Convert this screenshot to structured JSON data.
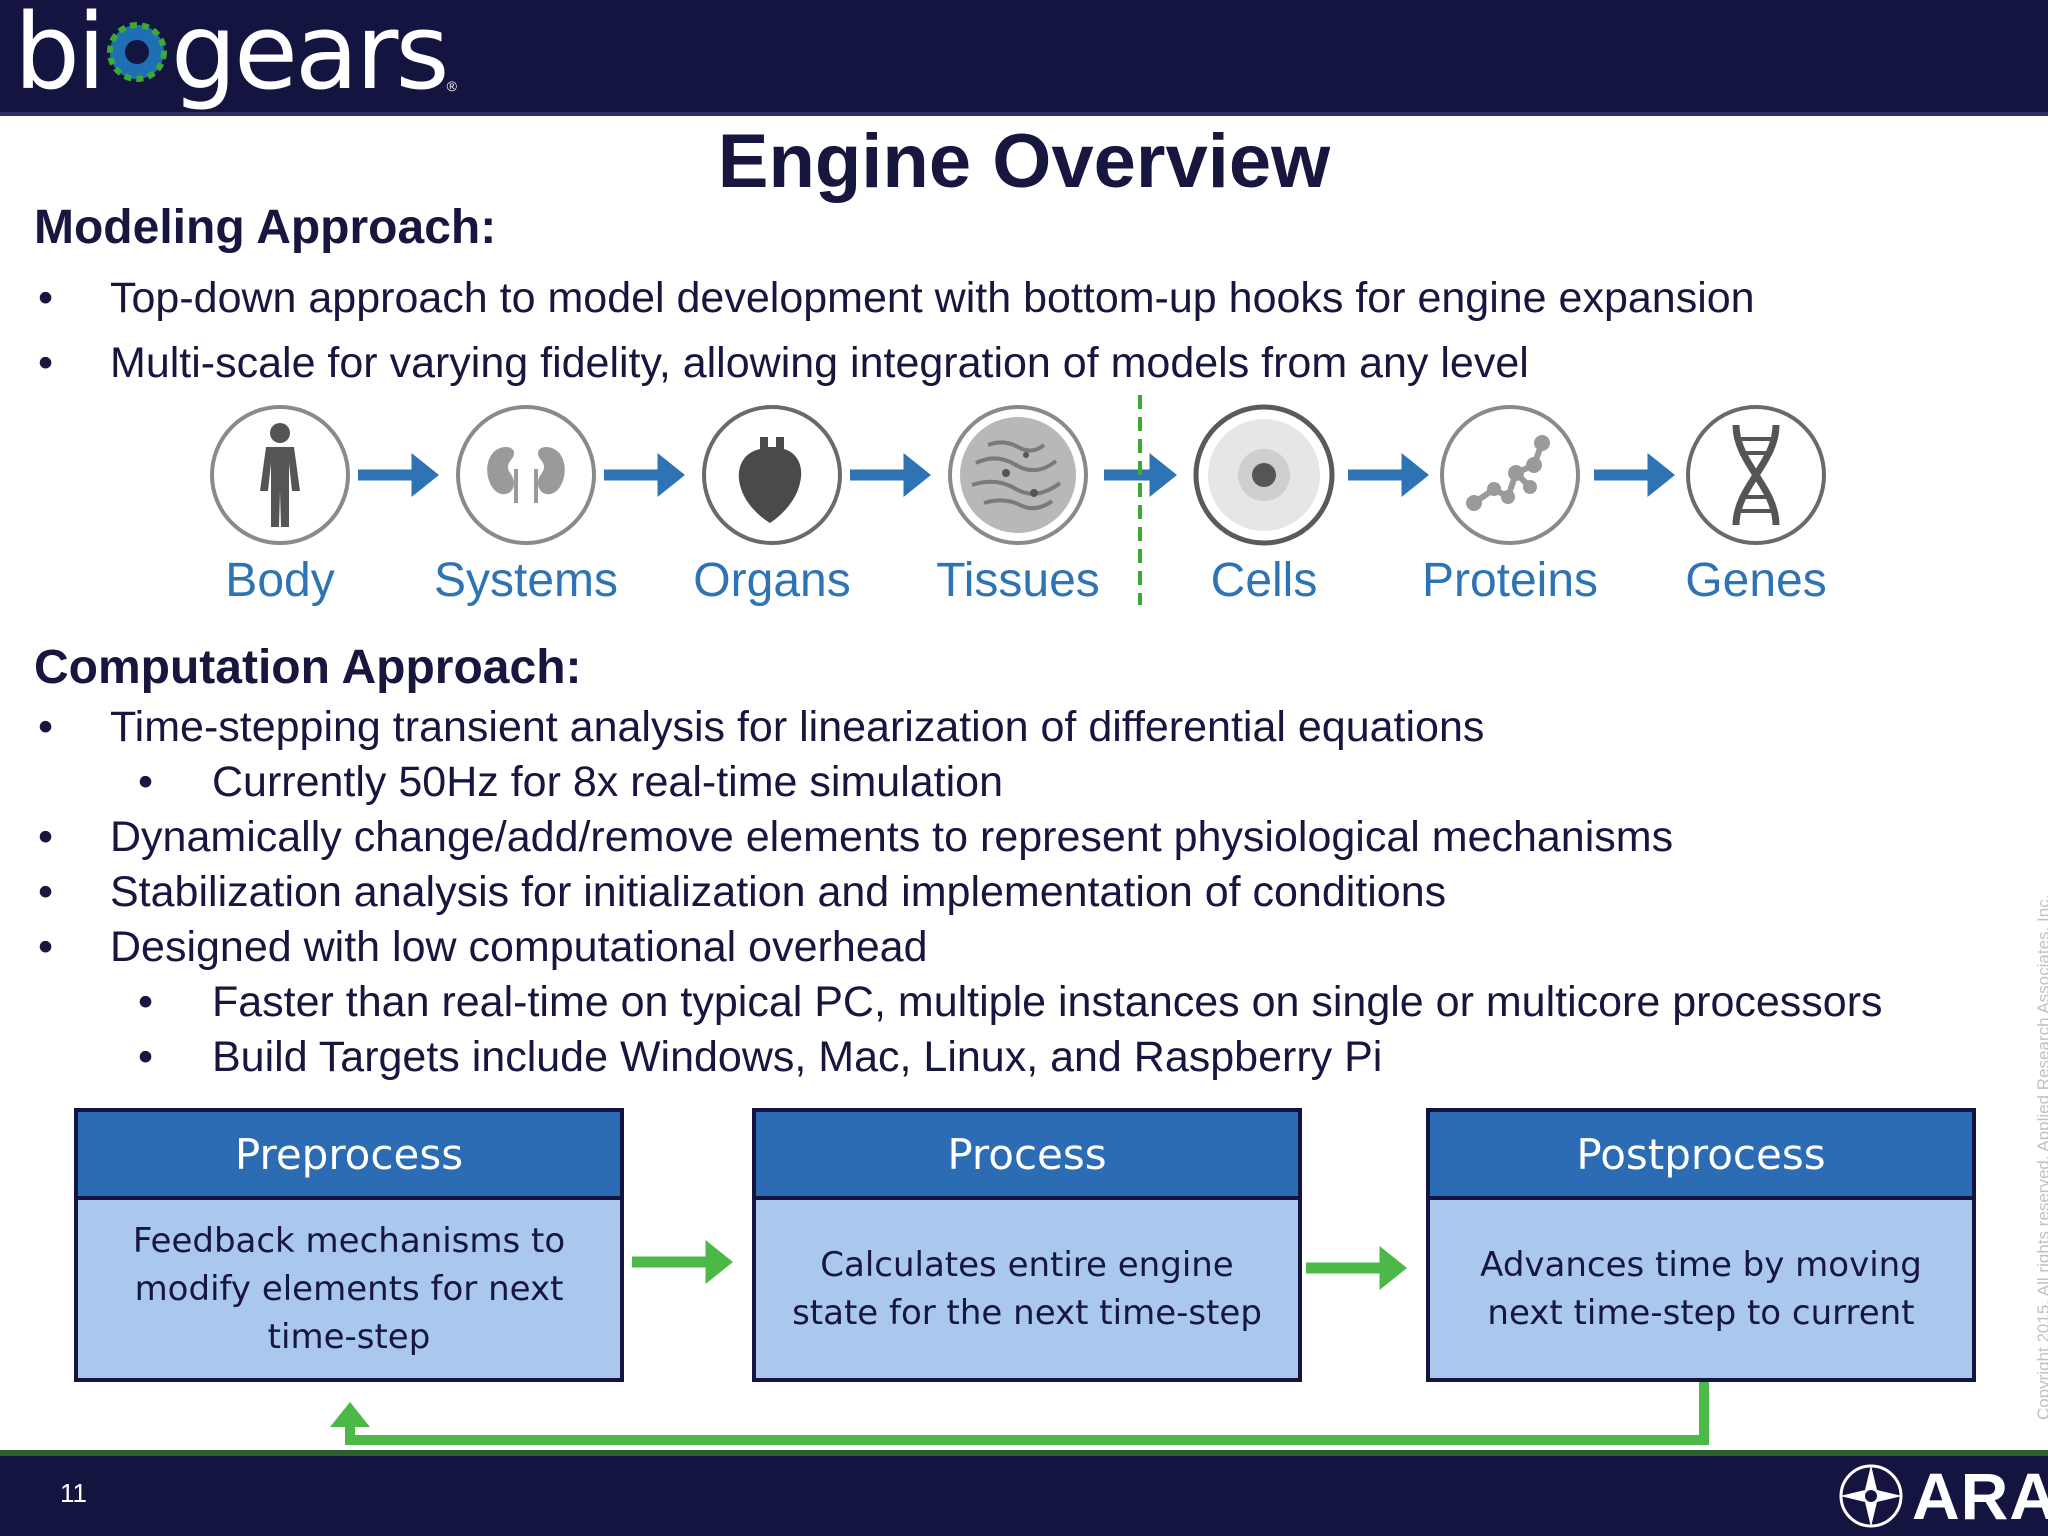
{
  "header": {
    "logo_text_left": "bi",
    "logo_text_right": "gears",
    "logo_reg": "®"
  },
  "title": "Engine Overview",
  "modeling": {
    "heading": "Modeling Approach:",
    "bullets": [
      "Top-down approach to model development with bottom-up hooks for engine expansion",
      "Multi-scale for varying fidelity, allowing integration of models from any level"
    ]
  },
  "scale": {
    "labels": [
      "Body",
      "Systems",
      "Organs",
      "Tissues",
      "Cells",
      "Proteins",
      "Genes"
    ],
    "icons": [
      "body-icon",
      "kidneys-icon",
      "heart-icon",
      "tissue-icon",
      "cell-icon",
      "protein-icon",
      "dna-icon"
    ],
    "arrow_color": "#2e74b5",
    "divider_color": "#3aaa35"
  },
  "computation": {
    "heading": "Computation Approach:",
    "b1": "Time-stepping transient analysis for linearization of differential equations",
    "b1_sub": "Currently 50Hz for 8x real-time simulation",
    "b2": "Dynamically change/add/remove elements to represent physiological mechanisms",
    "b3": "Stabilization analysis for initialization and implementation of conditions",
    "b4": "Designed with low computational overhead",
    "b4_sub1": "Faster than real-time on typical PC, multiple instances on single or multicore processors",
    "b4_sub2": "Build Targets include Windows, Mac, Linux, and Raspberry Pi"
  },
  "flow": {
    "boxes": [
      {
        "title": "Preprocess",
        "body": "Feedback mechanisms to modify elements for next time-step"
      },
      {
        "title": "Process",
        "body": "Calculates entire engine state for the next time-step"
      },
      {
        "title": "Postprocess",
        "body": "Advances time by moving next time-step to current"
      }
    ],
    "arrow_color": "#4cb848"
  },
  "footer": {
    "page_number": "11",
    "company": "ARA",
    "bullet": "•"
  },
  "copyright": "Copyright 2015. All rights reserved. Applied Research Associates, Inc."
}
